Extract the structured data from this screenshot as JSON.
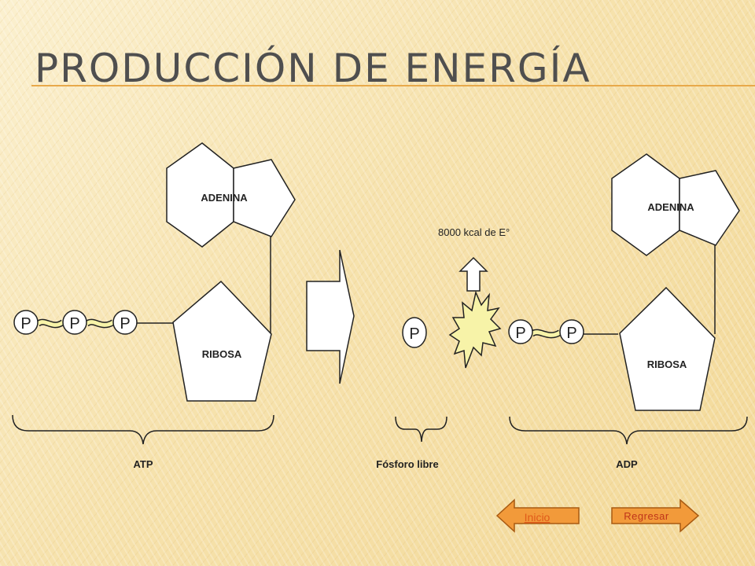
{
  "slide": {
    "title": "Producción de energía"
  },
  "diagram": {
    "atp": {
      "adenina": "ADENINA",
      "ribosa": "RIBOSA",
      "phosphates": [
        "P",
        "P",
        "P"
      ],
      "label": "ATP"
    },
    "free_phosphate": {
      "symbol": "P",
      "label": "Fósforo libre"
    },
    "energy_label": "8000 kcal de E°",
    "adp": {
      "adenina": "ADENINA",
      "ribosa": "RIBOSA",
      "phosphates": [
        "P",
        "P"
      ],
      "label": "ADP"
    }
  },
  "nav": {
    "inicio_label": "Inicio",
    "regresar_label": "Regresar"
  },
  "colors": {
    "accent": "#e8a94a",
    "nav_fill": "#f29a3a",
    "nav_text_inicio": "#e05a1a",
    "nav_text_regresar": "#c0351a",
    "burst_fill": "#f7f3a8"
  }
}
